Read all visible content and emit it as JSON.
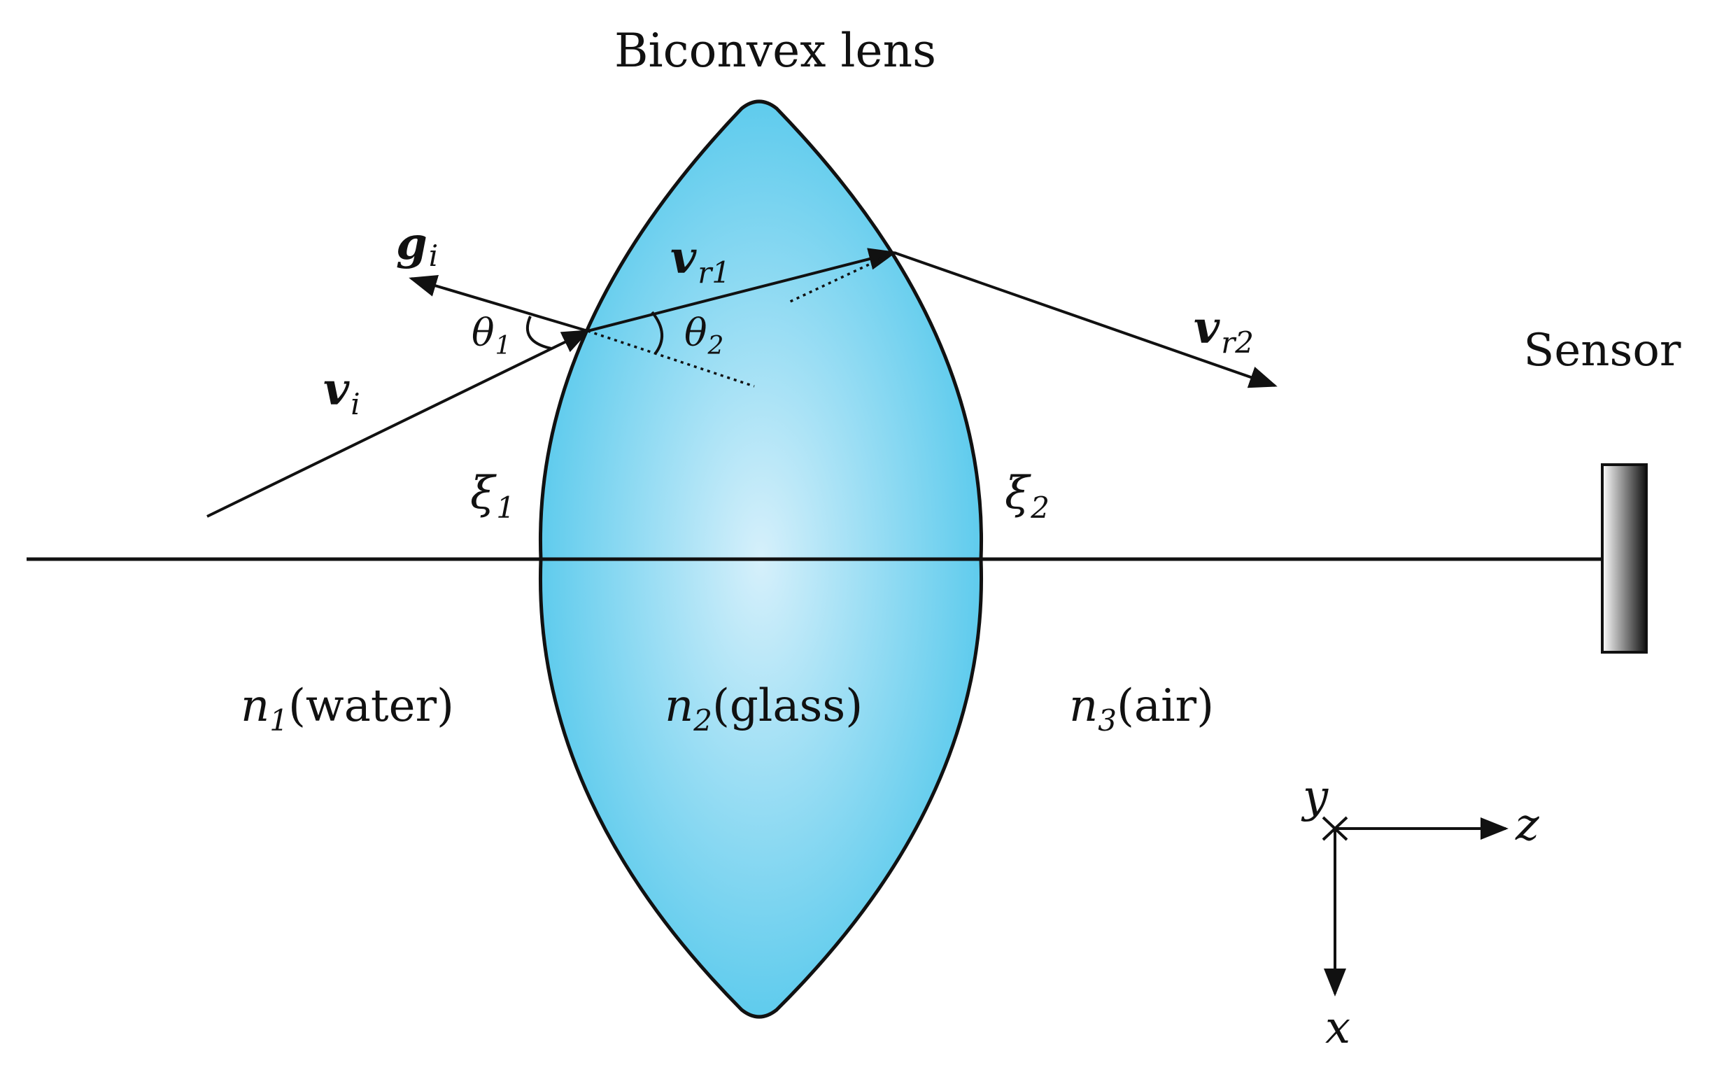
{
  "title": "Biconvex lens",
  "sensor_label": "Sensor",
  "colors": {
    "lens_center": "#d6f0fb",
    "lens_edge": "#47c4ea",
    "stroke": "#111111",
    "sensor_dark": "#111111",
    "sensor_light": "#ffffff"
  },
  "vectors": {
    "g": {
      "base": "g",
      "sub": "i"
    },
    "vi": {
      "base": "v",
      "sub": "i"
    },
    "vr1": {
      "base": "v",
      "sub": "r1"
    },
    "vr2": {
      "base": "v",
      "sub": "r2"
    }
  },
  "angles": {
    "theta1": {
      "base": "θ",
      "sub": "1"
    },
    "theta2": {
      "base": "θ",
      "sub": "2"
    }
  },
  "surfaces": {
    "xi1": {
      "base": "ξ",
      "sub": "1"
    },
    "xi2": {
      "base": "ξ",
      "sub": "2"
    }
  },
  "media": {
    "n1": {
      "symbol": "n",
      "sub": "1",
      "label": "(water)"
    },
    "n2": {
      "symbol": "n",
      "sub": "2",
      "label": "(glass)"
    },
    "n3": {
      "symbol": "n",
      "sub": "3",
      "label": "(air)"
    }
  },
  "axes": {
    "y": "y",
    "z": "z",
    "x": "x"
  }
}
